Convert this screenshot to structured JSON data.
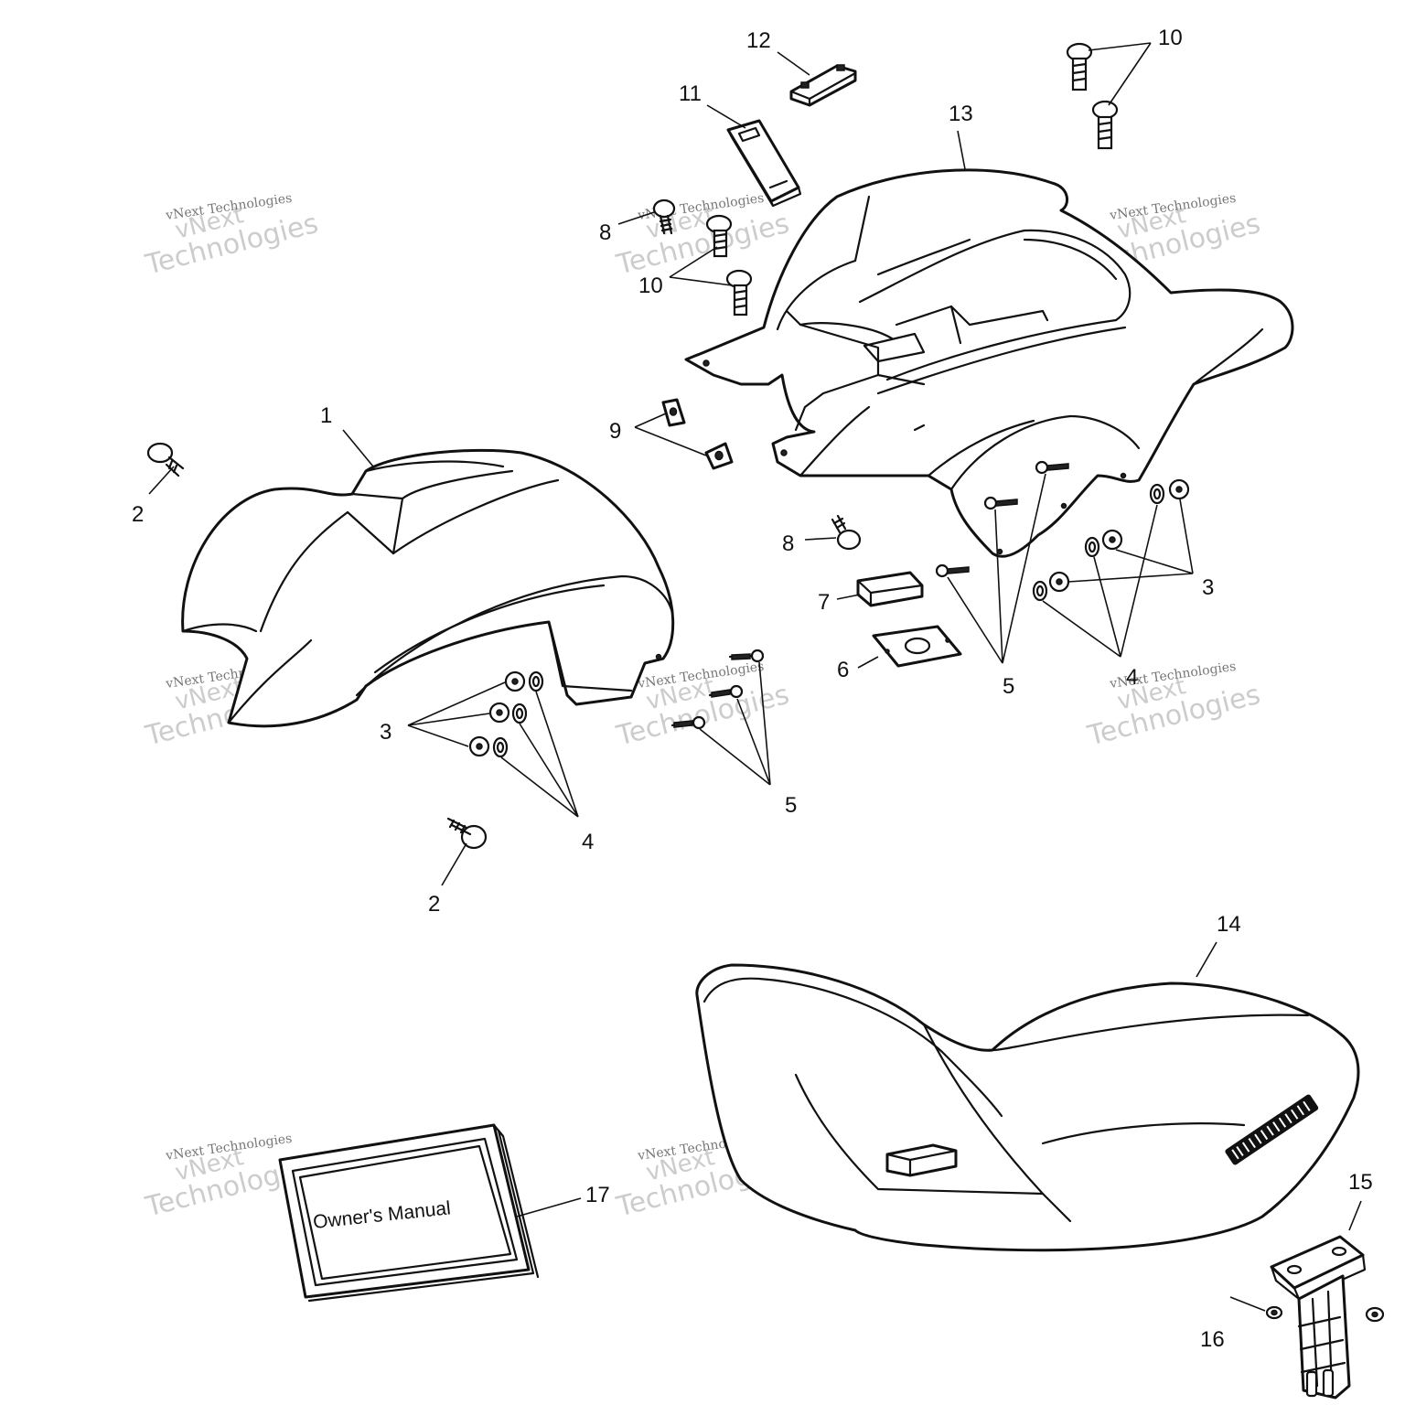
{
  "watermark": {
    "line1": "vNext",
    "line2": "Technologies",
    "caption": "vNext Technologies"
  },
  "manual_cover_text": "Owner's Manual",
  "callouts": [
    {
      "id": "c1",
      "label": "1"
    },
    {
      "id": "c2a",
      "label": "2"
    },
    {
      "id": "c2b",
      "label": "2"
    },
    {
      "id": "c3a",
      "label": "3"
    },
    {
      "id": "c3b",
      "label": "3"
    },
    {
      "id": "c4a",
      "label": "4"
    },
    {
      "id": "c4b",
      "label": "4"
    },
    {
      "id": "c5a",
      "label": "5"
    },
    {
      "id": "c5b",
      "label": "5"
    },
    {
      "id": "c6",
      "label": "6"
    },
    {
      "id": "c7",
      "label": "7"
    },
    {
      "id": "c8a",
      "label": "8"
    },
    {
      "id": "c8b",
      "label": "8"
    },
    {
      "id": "c9",
      "label": "9"
    },
    {
      "id": "c10a",
      "label": "10"
    },
    {
      "id": "c10b",
      "label": "10"
    },
    {
      "id": "c11",
      "label": "11"
    },
    {
      "id": "c12",
      "label": "12"
    },
    {
      "id": "c13",
      "label": "13"
    },
    {
      "id": "c14",
      "label": "14"
    },
    {
      "id": "c15",
      "label": "15"
    },
    {
      "id": "c16",
      "label": "16"
    },
    {
      "id": "c17",
      "label": "17"
    }
  ]
}
